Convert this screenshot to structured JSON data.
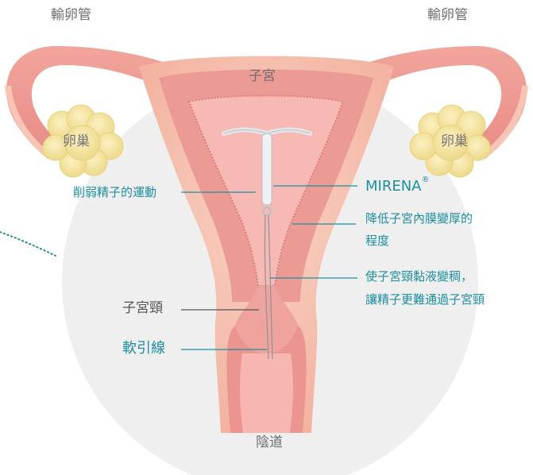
{
  "labels": {
    "fallopian_left": "輸卵管",
    "fallopian_right": "輸卵管",
    "uterus": "子宮",
    "ovary_left": "卵巢",
    "ovary_right": "卵巢",
    "weaken_sperm": "削弱精子的運動",
    "mirena": "MIRENA",
    "mirena_mark": "®",
    "endometrium_line1": "降低子宮內膜變厚的",
    "endometrium_line2": "程度",
    "mucus_line1": "使子宮頸黏液變稠，",
    "mucus_line2": "讓精子更難通過子宮頸",
    "cervix": "子宮頸",
    "threads": "軟引線",
    "vagina": "陰道"
  },
  "colors": {
    "accent_teal": "#1c8fa0",
    "tissue_outer": "#f6c3b2",
    "tissue_inner": "#ea8e8c",
    "cavity": "#f3a9a6",
    "ovary": "#f4e6a0",
    "background_circle": "#efefef"
  }
}
